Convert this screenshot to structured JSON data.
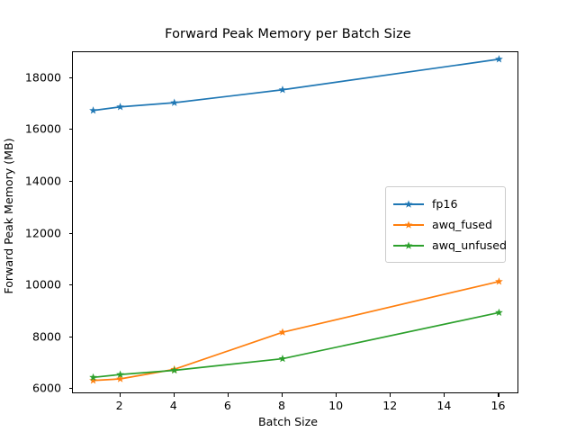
{
  "chart_data": {
    "type": "line",
    "title": "Forward Peak Memory per Batch Size",
    "xlabel": "Batch Size",
    "ylabel": "Forward Peak Memory (MB)",
    "x": [
      1,
      2,
      4,
      8,
      16
    ],
    "xlim": [
      0.25,
      16.75
    ],
    "ylim": [
      5800,
      19000
    ],
    "xticks": [
      2,
      4,
      6,
      8,
      10,
      12,
      14,
      16
    ],
    "xtick_labels": [
      "2",
      "4",
      "6",
      "8",
      "10",
      "12",
      "14",
      "16"
    ],
    "yticks": [
      6000,
      8000,
      10000,
      12000,
      14000,
      16000,
      18000
    ],
    "ytick_labels": [
      "6000",
      "8000",
      "10000",
      "12000",
      "14000",
      "16000",
      "18000"
    ],
    "grid": false,
    "legend_position": "center right",
    "marker": "star",
    "series": [
      {
        "name": "fp16",
        "color": "#1f77b4",
        "values": [
          16750,
          16890,
          17050,
          17550,
          18730
        ]
      },
      {
        "name": "awq_fused",
        "color": "#ff7f0e",
        "values": [
          6330,
          6390,
          6760,
          8190,
          10150
        ]
      },
      {
        "name": "awq_unfused",
        "color": "#2ca02c",
        "values": [
          6450,
          6560,
          6720,
          7170,
          8950
        ]
      }
    ]
  }
}
